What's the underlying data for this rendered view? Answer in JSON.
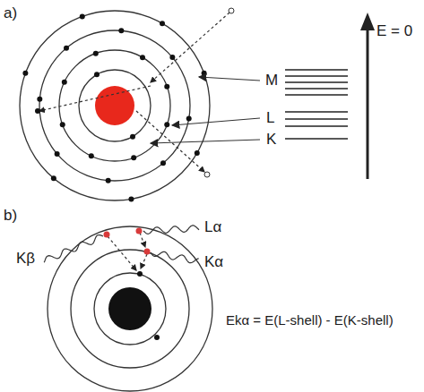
{
  "diagram": {
    "labels": [
      "a)",
      "M",
      "L",
      "K",
      "E = 0",
      "b)",
      "Lα",
      "Kβ",
      "Kα",
      "Ekα = E(L-shell) - E(K-shell)"
    ]
  }
}
